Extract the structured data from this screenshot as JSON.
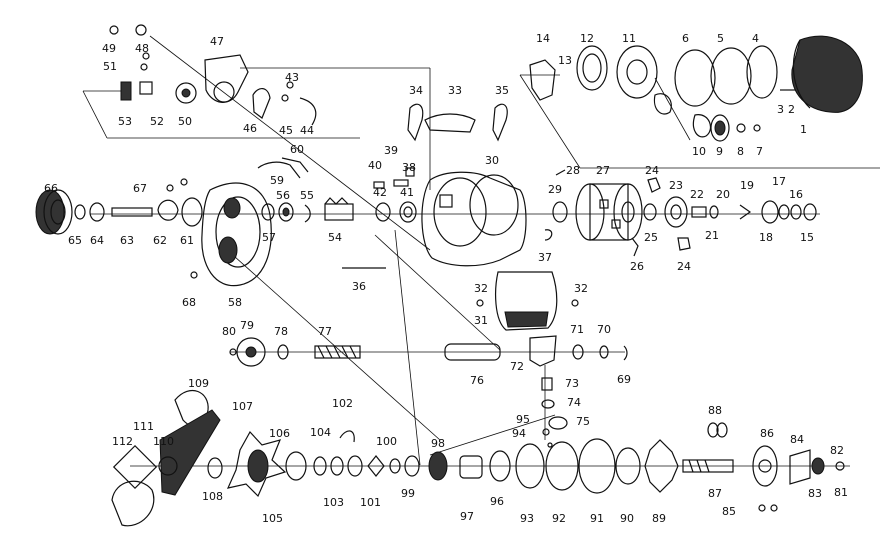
{
  "colors": {
    "ink": "#111111",
    "background": "#ffffff",
    "fill_dark": "#333333"
  },
  "labels": {
    "l1": "1",
    "l2": "2",
    "l3": "3",
    "l4": "4",
    "l5": "5",
    "l6": "6",
    "l7": "7",
    "l8": "8",
    "l9": "9",
    "l10": "10",
    "l11": "11",
    "l12": "12",
    "l13": "13",
    "l14": "14",
    "l15": "15",
    "l16": "16",
    "l17": "17",
    "l18": "18",
    "l19": "19",
    "l20": "20",
    "l21": "21",
    "l22": "22",
    "l23": "23",
    "l24a": "24",
    "l24b": "24",
    "l25": "25",
    "l26": "26",
    "l27": "27",
    "l28": "28",
    "l29": "29",
    "l30": "30",
    "l31": "31",
    "l32a": "32",
    "l32b": "32",
    "l33": "33",
    "l34": "34",
    "l35": "35",
    "l36": "36",
    "l37": "37",
    "l38": "38",
    "l39": "39",
    "l40": "40",
    "l41": "41",
    "l42": "42",
    "l43": "43",
    "l44": "44",
    "l45": "45",
    "l46": "46",
    "l47": "47",
    "l48": "48",
    "l49": "49",
    "l50": "50",
    "l51": "51",
    "l52": "52",
    "l53": "53",
    "l54": "54",
    "l55": "55",
    "l56": "56",
    "l57": "57",
    "l58": "58",
    "l59": "59",
    "l60": "60",
    "l61": "61",
    "l62": "62",
    "l63": "63",
    "l64": "64",
    "l65": "65",
    "l66": "66",
    "l67": "67",
    "l68": "68",
    "l69": "69",
    "l70": "70",
    "l71": "71",
    "l72": "72",
    "l73": "73",
    "l74": "74",
    "l75": "75",
    "l76": "76",
    "l77": "77",
    "l78": "78",
    "l79": "79",
    "l80": "80",
    "l81": "81",
    "l82": "82",
    "l83": "83",
    "l84": "84",
    "l85": "85",
    "l86": "86",
    "l87": "87",
    "l88": "88",
    "l89": "89",
    "l90": "90",
    "l91": "91",
    "l92": "92",
    "l93": "93",
    "l94": "94",
    "l95": "95",
    "l96": "96",
    "l97": "97",
    "l98": "98",
    "l99": "99",
    "l100": "100",
    "l101": "101",
    "l102": "102",
    "l103": "103",
    "l104": "104",
    "l105": "105",
    "l106": "106",
    "l107": "107",
    "l108": "108",
    "l109": "109",
    "l110": "110",
    "l111": "111",
    "l112": "112"
  }
}
